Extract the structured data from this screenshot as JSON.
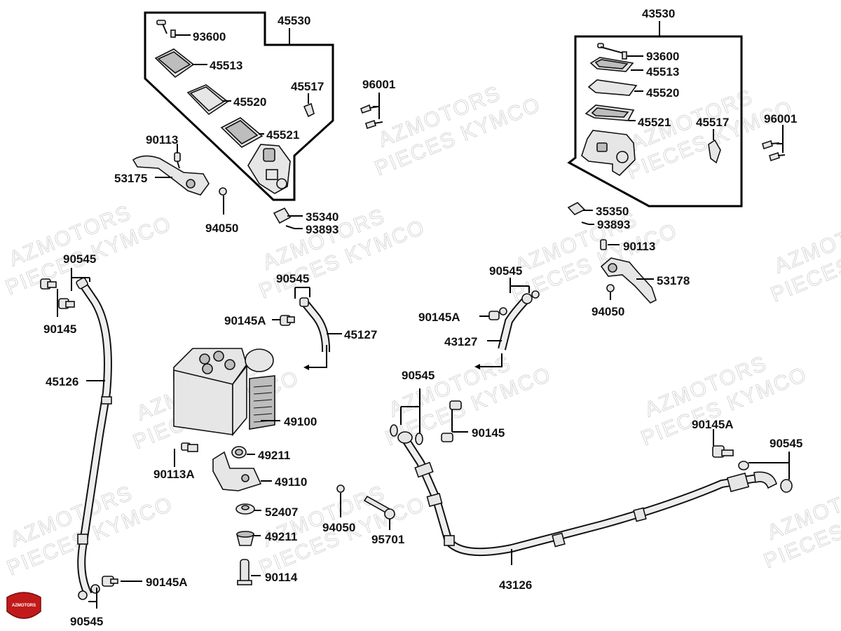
{
  "watermark": {
    "line1": "AZMOTORS",
    "line2": "PIECES KYMCO"
  },
  "logo": {
    "text": "AZMOTORS",
    "color": "#c21a1a"
  },
  "groups": {
    "left_master_cylinder": "45530",
    "right_master_cylinder": "43530"
  },
  "labels": {
    "l_93600": "93600",
    "l_45513": "45513",
    "l_45520": "45520",
    "l_45521": "45521",
    "l_45517": "45517",
    "l_96001": "96001",
    "l_90113": "90113",
    "l_53175": "53175",
    "l_94050": "94050",
    "l_35340": "35340",
    "l_93893": "93893",
    "r_93600": "93600",
    "r_45513": "45513",
    "r_45520": "45520",
    "r_45521": "45521",
    "r_45517": "45517",
    "r_96001": "96001",
    "r_35350": "35350",
    "r_93893": "93893",
    "r_90113": "90113",
    "r_53178": "53178",
    "r_94050": "94050",
    "h_90545_a": "90545",
    "h_90145": "90145",
    "h_45126": "45126",
    "h_90145A_bottom": "90145A",
    "h_90545_bottom": "90545",
    "c_90545": "90545",
    "c_90145A": "90145A",
    "c_45127": "45127",
    "abs_49100": "49100",
    "abs_90113A": "90113A",
    "abs_49211_a": "49211",
    "abs_49110": "49110",
    "abs_52407": "52407",
    "abs_49211_b": "49211",
    "abs_90114": "90114",
    "m_90545": "90545",
    "m_90145A": "90145A",
    "m_43127": "43127",
    "m2_90545": "90545",
    "m2_90145": "90145",
    "m2_94050": "94050",
    "m2_95701": "95701",
    "m2_43126": "43126",
    "rt_90145A": "90145A",
    "rt_90545": "90545"
  }
}
